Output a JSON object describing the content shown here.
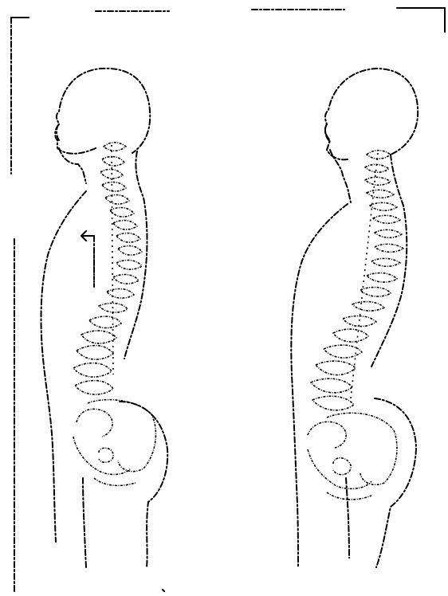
{
  "figure": {
    "panels": [
      {
        "id": "left",
        "subject": "spine-profile-with-arrow",
        "has_arrow": true
      },
      {
        "id": "right",
        "subject": "spine-profile",
        "has_arrow": false
      }
    ],
    "colors": {
      "ink": "#000000",
      "background": "#ffffff"
    }
  }
}
